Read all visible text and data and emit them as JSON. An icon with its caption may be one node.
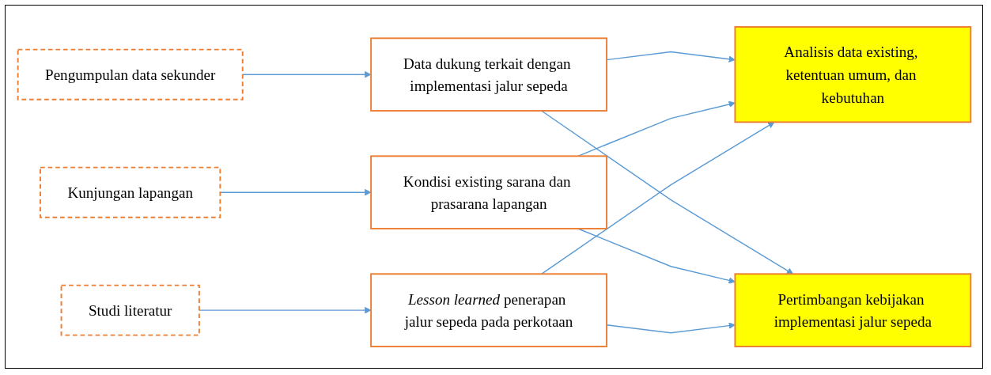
{
  "diagram": {
    "nodes": [
      {
        "text": [
          "Pengumpulan data sekunder"
        ]
      },
      {
        "text": [
          "Kunjungan lapangan"
        ]
      },
      {
        "text": [
          "Studi literatur"
        ]
      },
      {
        "text": [
          "Data dukung terkait dengan implementasi jalur sepeda"
        ]
      },
      {
        "text": [
          "Kondisi existing sarana dan prasarana lapangan"
        ]
      },
      {
        "text": [
          "*Lesson learned* penerapan jalur sepeda pada perkotaan"
        ]
      },
      {
        "text": [
          "Analisis data existing, ketentuan umum, dan kebutuhan"
        ]
      },
      {
        "text": [
          "Pertimbangan kebijakan implementasi jalur sepeda"
        ]
      }
    ],
    "edges": [
      {
        "from": 0,
        "to": 3,
        "arrow": "to"
      },
      {
        "from": 1,
        "to": 4,
        "arrow": "to"
      },
      {
        "from": 2,
        "to": 5,
        "arrow": "to"
      },
      {
        "from": 3,
        "to": 6,
        "arrow": "to"
      },
      {
        "from": 3,
        "to": 7,
        "arrow": "to"
      },
      {
        "from": 4,
        "to": 6,
        "arrow": "to"
      },
      {
        "from": 4,
        "to": 7,
        "arrow": "to"
      },
      {
        "from": 5,
        "to": 6,
        "arrow": "to"
      },
      {
        "from": 5,
        "to": 7,
        "arrow": "to"
      }
    ]
  }
}
